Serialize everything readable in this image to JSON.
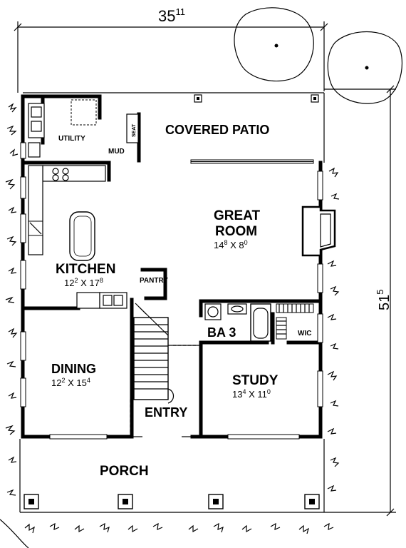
{
  "dimensions": {
    "width_main": "35",
    "width_sup": "11",
    "depth_main": "51",
    "depth_sup": "5"
  },
  "rooms": {
    "covered_patio": {
      "name": "COVERED PATIO"
    },
    "utility": {
      "name": "UTILITY"
    },
    "mud": {
      "name": "MUD"
    },
    "seat": {
      "name": "SEAT"
    },
    "great_room": {
      "name_line1": "GREAT",
      "name_line2": "ROOM",
      "size_a": "14",
      "size_a_sup": "8",
      "size_x": " X ",
      "size_b": "8",
      "size_b_sup": "0"
    },
    "kitchen": {
      "name": "KITCHEN",
      "size_a": "12",
      "size_a_sup": "2",
      "size_x": " X ",
      "size_b": "17",
      "size_b_sup": "8"
    },
    "pantry": {
      "name": "PANTRY"
    },
    "bath": {
      "name": "BA 3"
    },
    "wic": {
      "name": "WIC"
    },
    "dining": {
      "name": "DINING",
      "size_a": "12",
      "size_a_sup": "2",
      "size_x": " X ",
      "size_b": "15",
      "size_b_sup": "4"
    },
    "study": {
      "name": "STUDY",
      "size_a": "13",
      "size_a_sup": "4",
      "size_x": " X ",
      "size_b": "11",
      "size_b_sup": "0"
    },
    "entry": {
      "name": "ENTRY"
    },
    "porch": {
      "name": "PORCH"
    }
  }
}
